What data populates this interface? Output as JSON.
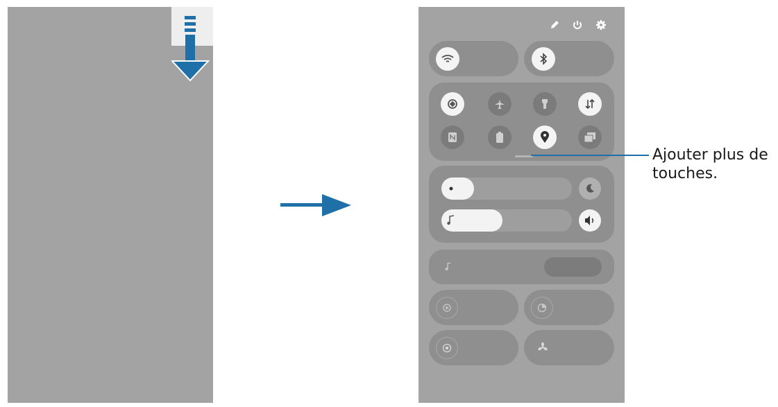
{
  "callout": {
    "line1": "Ajouter plus de",
    "line2": "touches."
  },
  "left_screen": {
    "gesture": "swipe-down-from-top",
    "icons": [
      "notification-handle-icon",
      "arrow-down-icon"
    ]
  },
  "transition": {
    "icon": "arrow-right-icon"
  },
  "quick_panel": {
    "header_icons": [
      "edit-icon",
      "power-icon",
      "settings-icon"
    ],
    "large_toggles": [
      {
        "icon": "wifi-icon",
        "active": true
      },
      {
        "icon": "bluetooth-icon",
        "active": true
      }
    ],
    "small_toggles": [
      {
        "icon": "auto-rotate-icon",
        "active": true
      },
      {
        "icon": "airplane-mode-icon",
        "active": false
      },
      {
        "icon": "flashlight-icon",
        "active": false
      },
      {
        "icon": "mobile-data-icon",
        "active": true
      },
      {
        "icon": "nfc-icon",
        "active": false
      },
      {
        "icon": "power-saving-icon",
        "active": false
      },
      {
        "icon": "location-icon",
        "active": true
      },
      {
        "icon": "multi-window-icon",
        "active": false
      }
    ],
    "brightness": {
      "icon": "sun-icon",
      "level": 0.25,
      "extra_icon": "moon-icon"
    },
    "volume": {
      "icon": "music-note-icon",
      "level": 0.47,
      "extra_icon": "speaker-icon"
    },
    "media": {
      "icon": "music-note-icon"
    },
    "bottom_tiles": [
      {
        "icon": "smart-view-icon"
      },
      {
        "icon": "screen-time-icon"
      },
      {
        "icon": "screen-recorder-icon"
      },
      {
        "icon": "fan-icon"
      }
    ],
    "colors": {
      "background": "#a3a3a3",
      "tile": "#8f8f8f",
      "active": "#f4f4f4",
      "accent": "#1f6fa8"
    }
  }
}
